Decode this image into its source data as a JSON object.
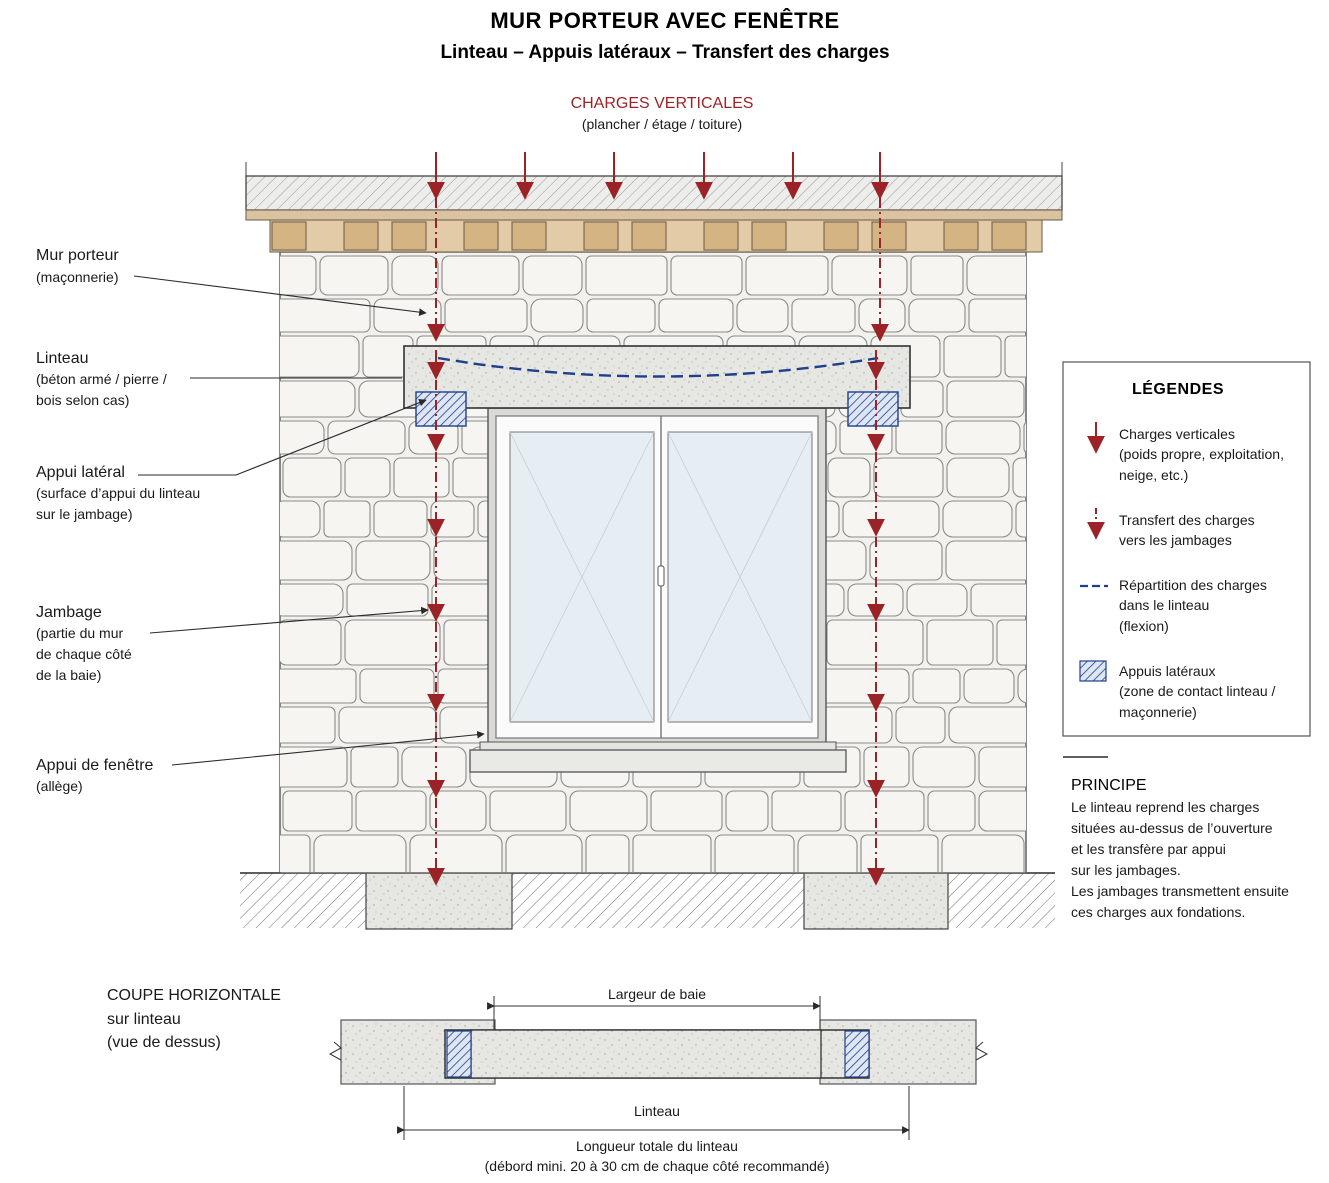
{
  "title": "MUR PORTEUR AVEC FENÊTRE",
  "subtitle": "Linteau – Appuis latéraux – Transfert des charges",
  "top_loads": {
    "label": "CHARGES VERTICALES",
    "sublabel": "(plancher / étage / toiture)"
  },
  "callouts": {
    "mur_porteur": {
      "label": "Mur porteur",
      "lines": [
        "(maçonnerie)"
      ]
    },
    "linteau": {
      "label": "Linteau",
      "lines": [
        "(béton armé / pierre /",
        "bois selon cas)"
      ]
    },
    "appui_lateral": {
      "label": "Appui latéral",
      "lines": [
        "(surface d’appui du linteau",
        "sur le jambage)"
      ]
    },
    "jambage": {
      "label": "Jambage",
      "lines": [
        "(partie du mur",
        "de chaque côté",
        "de la baie)"
      ]
    },
    "appui_fenetre": {
      "label": "Appui de fenêtre",
      "lines": [
        "(allège)"
      ]
    }
  },
  "legend": {
    "title": "LÉGENDES",
    "items": [
      {
        "label": "Charges verticales",
        "lines": [
          "(poids propre, exploitation,",
          "neige, etc.)"
        ]
      },
      {
        "label": "Transfert des charges",
        "lines": [
          "vers les jambages"
        ]
      },
      {
        "label": "Répartition des charges",
        "lines": [
          "dans le linteau",
          "(flexion)"
        ]
      },
      {
        "label": "Appuis latéraux",
        "lines": [
          "(zone de contact linteau /",
          "maçonnerie)"
        ]
      }
    ]
  },
  "principe": {
    "title": "PRINCIPE",
    "lines": [
      "Le linteau reprend les charges",
      "situées au-dessus de l’ouverture",
      "et les transfère par appui",
      "sur les jambages.",
      "Les jambages transmettent ensuite",
      "ces charges aux fondations."
    ]
  },
  "section": {
    "title_lines": [
      "COUPE HORIZONTALE",
      "sur linteau",
      "(vue de dessus)"
    ],
    "dim_bay": "Largeur de baie",
    "dim_lintel": "Linteau",
    "dim_total": "Longueur totale du linteau",
    "dim_note": "(débord mini. 20 à 30 cm de chaque côté recommandé)"
  },
  "colors": {
    "red": "#9b2226",
    "blue": "#1f3f8a",
    "stone": "#f1f0ec",
    "joint": "#8a8a86",
    "wood": "#d9b68a",
    "glass": "#e8eef3"
  },
  "icons": [
    "arrow-down-icon",
    "dashed-arrow-icon",
    "dashed-line-icon",
    "hatch-box-icon"
  ]
}
